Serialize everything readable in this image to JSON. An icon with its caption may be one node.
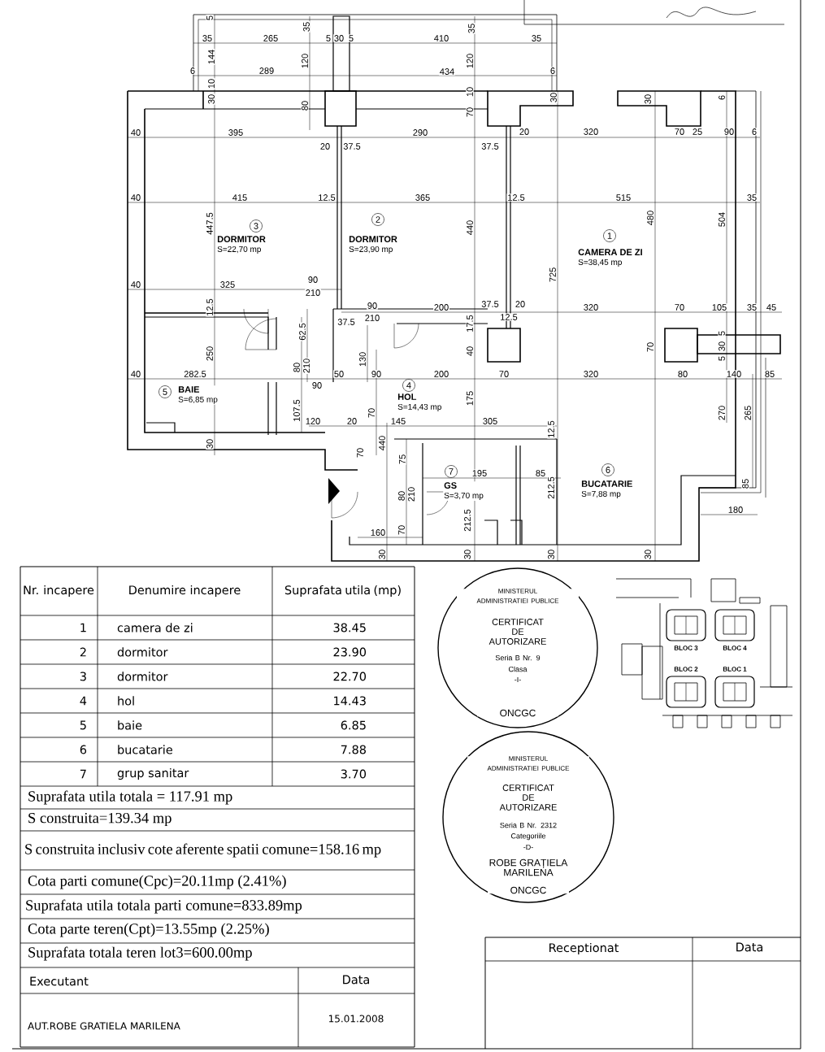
{
  "diagram": {
    "nodes": [
      {
        "text": [
          "3",
          "DORMITOR",
          "S=22,70 mp"
        ]
      },
      {
        "text": [
          "2",
          "DORMITOR",
          "S=23,90 mp"
        ]
      },
      {
        "text": [
          "1",
          "CAMERA DE ZI",
          "S=38,45 mp"
        ]
      },
      {
        "text": [
          "5",
          "BAIE",
          "S=6,85 mp"
        ]
      },
      {
        "text": [
          "4",
          "HOL",
          "S=14,43 mp"
        ]
      },
      {
        "text": [
          "7",
          "GS",
          "S=3,70 mp"
        ]
      },
      {
        "text": [
          "6",
          "BUCATARIE",
          "S=7,88 mp"
        ]
      },
      {
        "text": [
          "MINISTERUL ADMINISTRATIEI PUBLICE",
          "CERTIFICAT DE AUTORIZARE",
          "Seria B Nr. 9",
          "Clasa",
          "-I-",
          "ONCGC"
        ]
      },
      {
        "text": [
          "MINISTERUL ADMINISTRATIEI PUBLICE",
          "CERTIFICAT DE AUTORIZARE",
          "Seria B Nr. 2312",
          "Categoriile",
          "-D-",
          "ROBE GRAȚIELA MARILENA",
          "ONCGC"
        ]
      }
    ],
    "labels": [
      "5",
      "35",
      "265",
      "35",
      "5",
      "30",
      "5",
      "410",
      "35",
      "35",
      "144",
      "6",
      "289",
      "120",
      "434",
      "120",
      "6",
      "10",
      "30",
      "80",
      "10",
      "70",
      "30",
      "30",
      "6",
      "40",
      "395",
      "20",
      "37.5",
      "290",
      "37.5",
      "20",
      "320",
      "70",
      "25",
      "90",
      "6",
      "40",
      "415",
      "12.5",
      "365",
      "12.5",
      "515",
      "35",
      "447.5",
      "440",
      "480",
      "504",
      "725",
      "40",
      "325",
      "90",
      "210",
      "37.5",
      "20",
      "320",
      "70",
      "105",
      "35",
      "45",
      "12.5",
      "90",
      "210",
      "37.5",
      "200",
      "17.5",
      "12.5",
      "250",
      "62.5",
      "80",
      "210",
      "130",
      "40",
      "70",
      "5",
      "30",
      "5",
      "40",
      "282.5",
      "50",
      "90",
      "200",
      "70",
      "320",
      "80",
      "140",
      "85",
      "90",
      "107.5",
      "120",
      "20",
      "70",
      "145",
      "175",
      "305",
      "12.5",
      "270",
      "265",
      "30",
      "440",
      "70",
      "75",
      "195",
      "85",
      "80",
      "210",
      "212.5",
      "212.5",
      "85",
      "180",
      "160",
      "70",
      "30",
      "30",
      "30",
      "30",
      "Nr. incapere",
      "Denumire incapere",
      "Suprafata utila (mp)",
      "1",
      "camera de zi",
      "38.45",
      "2",
      "dormitor",
      "23.90",
      "3",
      "dormitor",
      "22.70",
      "4",
      "hol",
      "14.43",
      "5",
      "baie",
      "6.85",
      "6",
      "bucatarie",
      "7.88",
      "7",
      "grup sanitar",
      "3.70",
      "Suprafata utila totala = 117.91 mp",
      "S construita=139.34 mp",
      "S construita inclusiv cote aferente spatii comune=158.16 mp",
      "Cota parti comune(Cpc)=20.11mp (2.41%)",
      "Suprafata utila totala parti comune=833.89mp",
      "Cota parte teren(Cpt)=13.55mp (2.25%)",
      "Suprafata totala teren lot3=600.00mp",
      "Executant",
      "Data",
      "AUT.ROBE GRATIELA MARILENA",
      "15.01.2008",
      "Receptionat",
      "Data",
      "BLOC 3",
      "BLOC 4",
      "BLOC 2",
      "BLOC 1"
    ]
  }
}
